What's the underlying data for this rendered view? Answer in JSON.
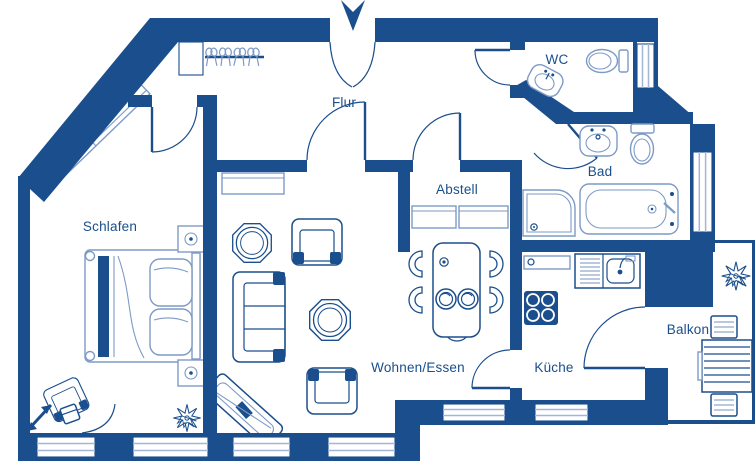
{
  "plan": {
    "rooms": [
      {
        "label": "Schlafen"
      },
      {
        "label": "Flur"
      },
      {
        "label": "WC"
      },
      {
        "label": "Bad"
      },
      {
        "label": "Abstell"
      },
      {
        "label": "Wohnen/Essen"
      },
      {
        "label": "Küche"
      },
      {
        "label": "Balkon"
      }
    ]
  },
  "colors": {
    "wall": "#1a4e8c",
    "furniture": "#7d9ac6",
    "window_line": "#a3b6d6",
    "background": "#ffffff"
  }
}
